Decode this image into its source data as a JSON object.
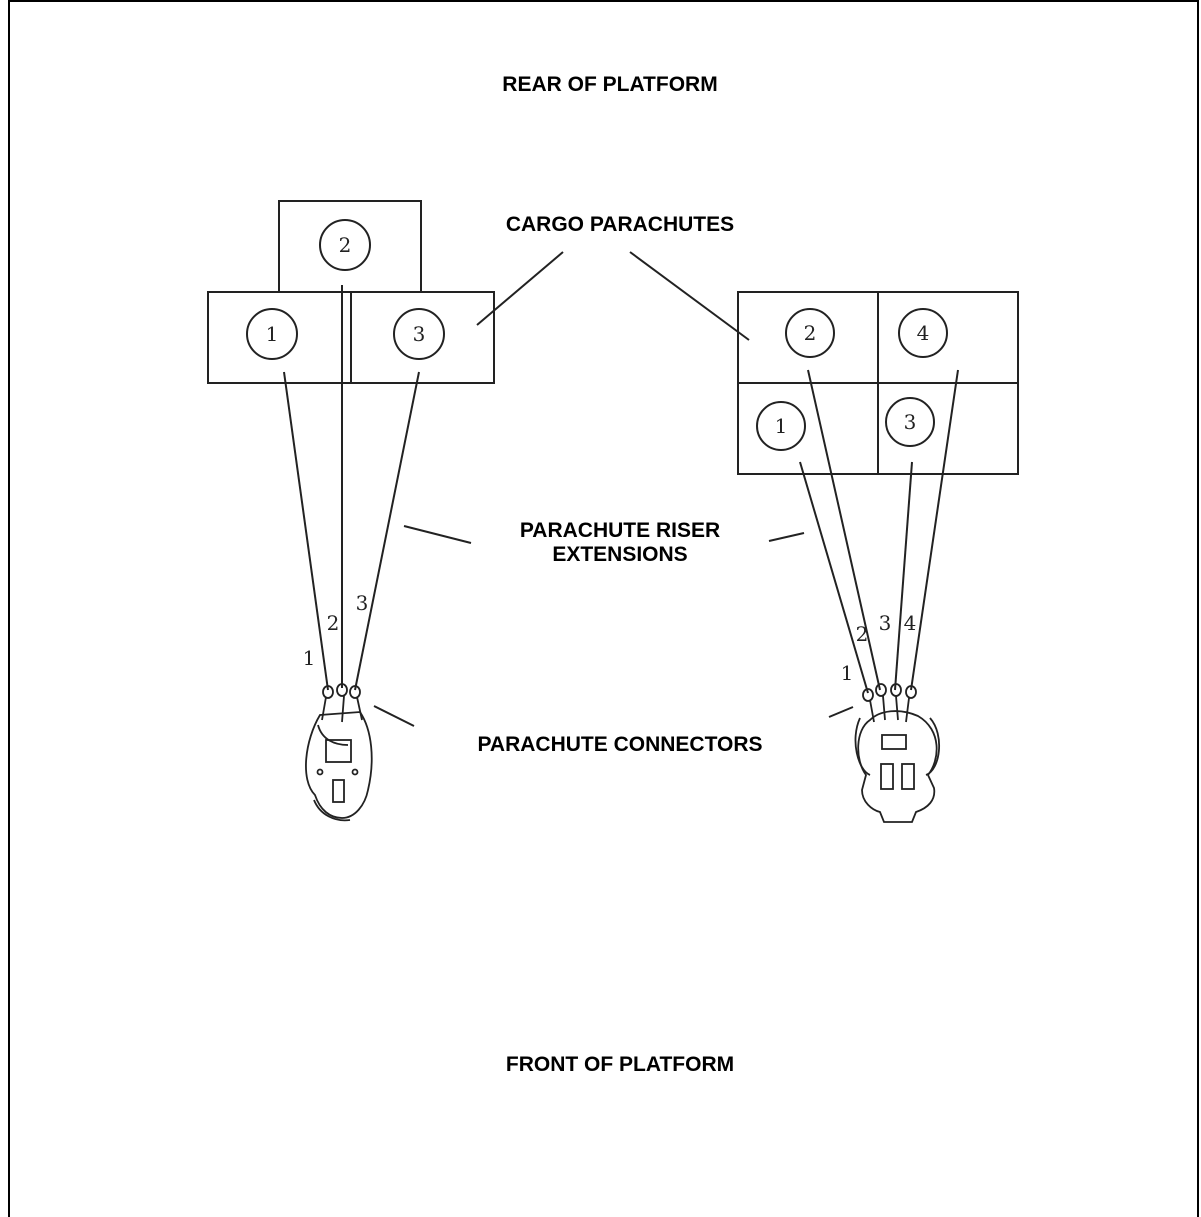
{
  "labels": {
    "rear": "REAR OF PLATFORM",
    "cargo_parachutes": "CARGO PARACHUTES",
    "riser_extensions": "PARACHUTE RISER\nEXTENSIONS",
    "connectors": "PARACHUTE CONNECTORS",
    "front": "FRONT OF PLATFORM"
  },
  "left_group": {
    "parachutes": [
      "2",
      "1",
      "3"
    ],
    "riser_labels": [
      "1",
      "2",
      "3"
    ]
  },
  "right_group": {
    "parachutes": [
      "2",
      "4",
      "1",
      "3"
    ],
    "riser_labels": [
      "1",
      "2",
      "3",
      "4"
    ]
  }
}
